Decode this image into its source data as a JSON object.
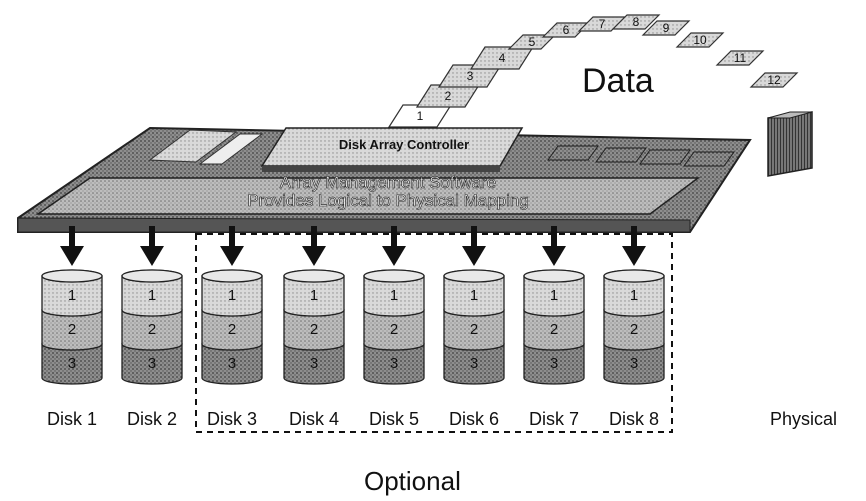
{
  "data_label": "Data",
  "physical_label": "Physical",
  "optional_label": "Optional",
  "controller_label": "Disk Array Controller",
  "software_line1": "Array Management Software",
  "software_line2": "Provides Logical to Physical Mapping",
  "pages": [
    "1",
    "2",
    "3",
    "4",
    "5",
    "6",
    "7",
    "8",
    "9",
    "10",
    "11",
    "12"
  ],
  "disks": [
    {
      "label": "Disk 1",
      "blocks": [
        "1",
        "2",
        "3"
      ]
    },
    {
      "label": "Disk 2",
      "blocks": [
        "1",
        "2",
        "3"
      ]
    },
    {
      "label": "Disk 3",
      "blocks": [
        "1",
        "2",
        "3"
      ]
    },
    {
      "label": "Disk 4",
      "blocks": [
        "1",
        "2",
        "3"
      ]
    },
    {
      "label": "Disk 5",
      "blocks": [
        "1",
        "2",
        "3"
      ]
    },
    {
      "label": "Disk 6",
      "blocks": [
        "1",
        "2",
        "3"
      ]
    },
    {
      "label": "Disk 7",
      "blocks": [
        "1",
        "2",
        "3"
      ]
    },
    {
      "label": "Disk 8",
      "blocks": [
        "1",
        "2",
        "3"
      ]
    }
  ]
}
